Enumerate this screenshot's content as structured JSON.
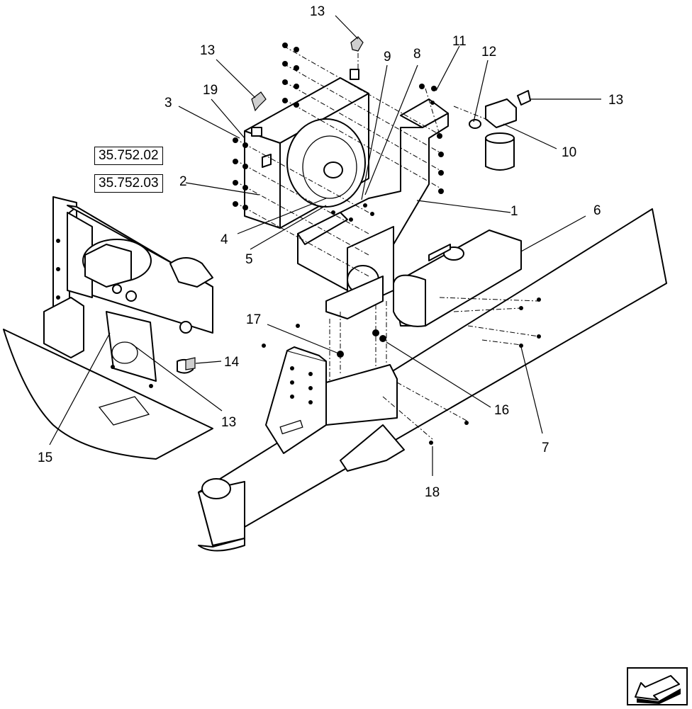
{
  "diagram": {
    "references": [
      "35.752.02",
      "35.752.03"
    ],
    "callouts": [
      "1",
      "2",
      "3",
      "4",
      "5",
      "6",
      "7",
      "8",
      "9",
      "10",
      "11",
      "12",
      "13",
      "13",
      "13",
      "13",
      "13",
      "14",
      "15",
      "16",
      "17",
      "18",
      "19"
    ]
  },
  "navigation": {
    "icon": "previous-page-arrow-icon"
  }
}
